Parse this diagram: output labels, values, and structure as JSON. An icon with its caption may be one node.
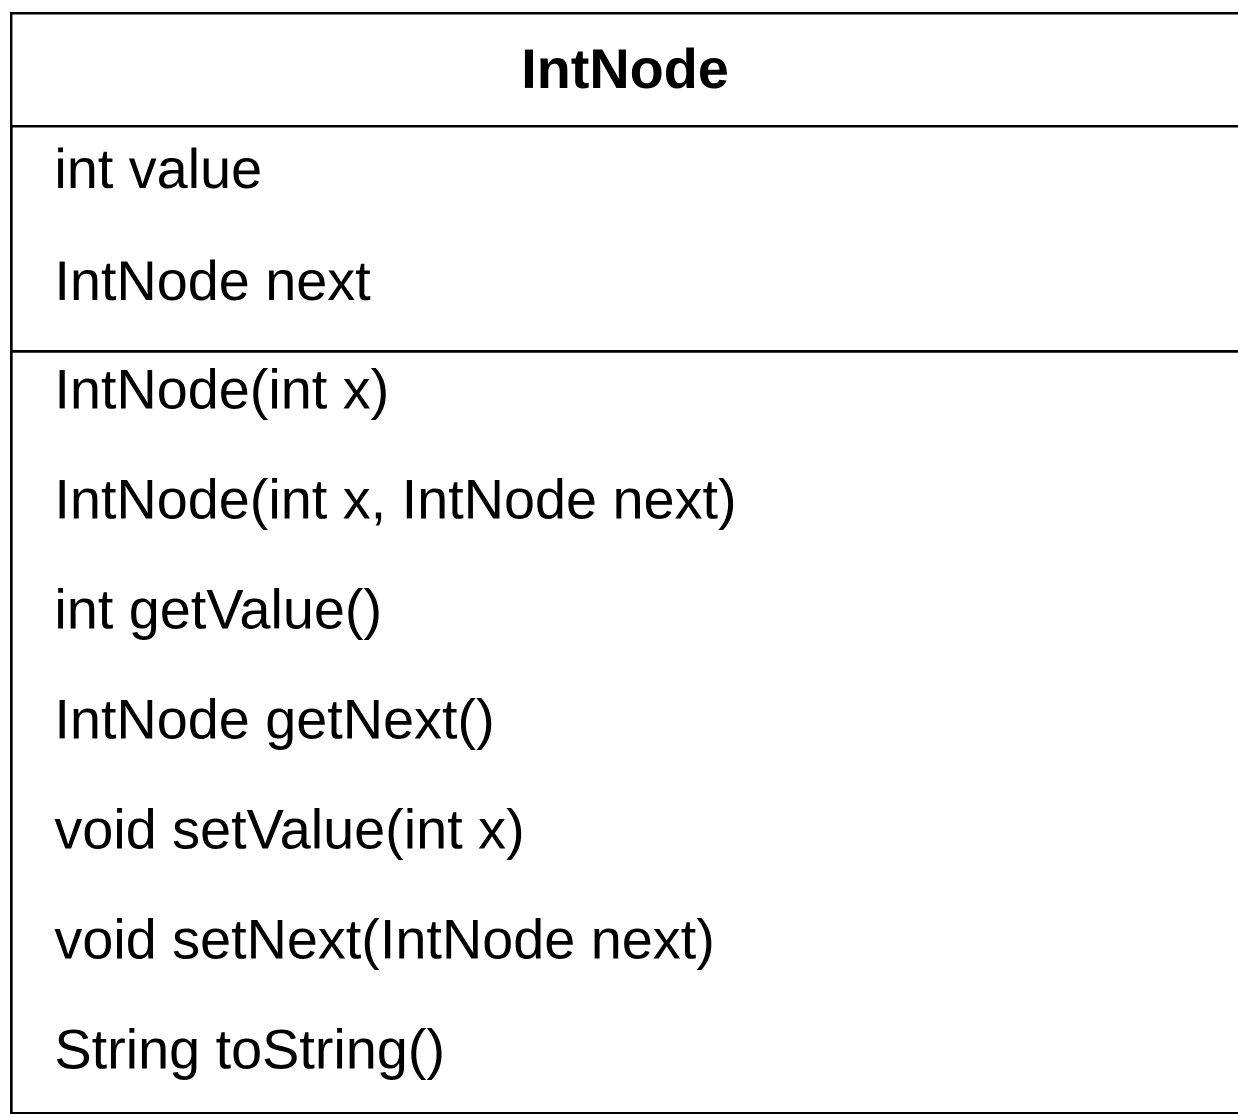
{
  "diagram": {
    "nodes": [
      {
        "text": [
          "IntNode"
        ]
      },
      {
        "text": [
          "int value",
          "IntNode next"
        ],
        "in": 0
      },
      {
        "text": [
          "IntNode(int x)",
          "IntNode(int x, IntNode next)",
          "int getValue()",
          "IntNode getNext()",
          "void setValue(int x)",
          "void setNext(IntNode next)",
          "String toString()"
        ],
        "in": 0
      }
    ]
  }
}
